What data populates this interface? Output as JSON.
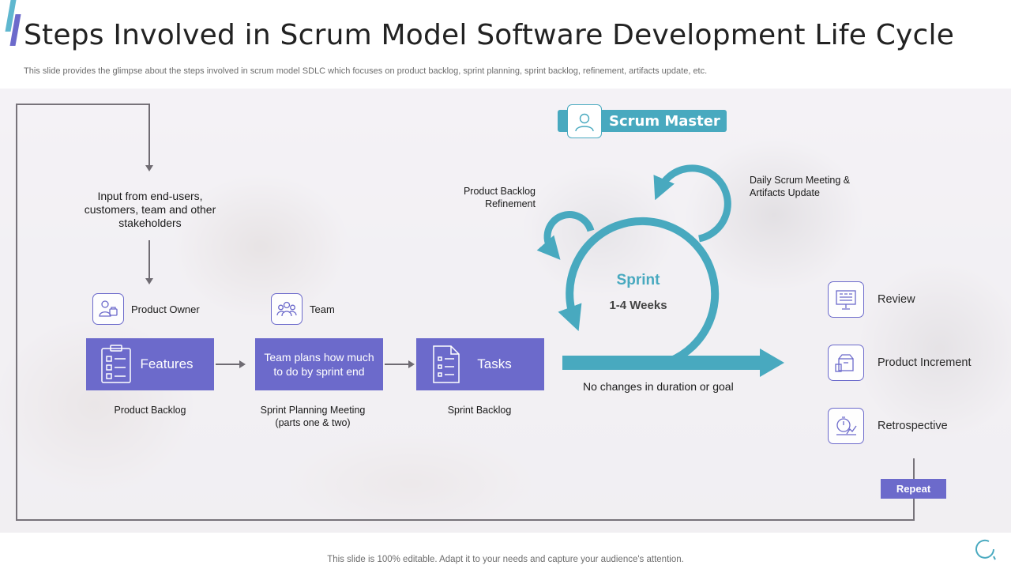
{
  "header": {
    "title": "Steps Involved in Scrum Model Software Development Life Cycle",
    "subtitle": "This slide provides the glimpse about the steps involved in scrum model SDLC which focuses on product backlog, sprint planning, sprint backlog, refinement, artifacts update, etc."
  },
  "input": {
    "text": "Input from end-users, customers, team and other stakeholders"
  },
  "roles": {
    "product_owner": {
      "label": "Product Owner",
      "icon": "product-owner-icon"
    },
    "team": {
      "label": "Team",
      "icon": "team-icon"
    }
  },
  "process": [
    {
      "label": "Features",
      "caption": "Product Backlog",
      "icon": "checklist-icon"
    },
    {
      "label": "Team plans how much to do by sprint end",
      "caption": "Sprint Planning Meeting (parts one & two)"
    },
    {
      "label": "Tasks",
      "caption": "Sprint Backlog",
      "icon": "document-list-icon"
    }
  ],
  "scrum_master": {
    "label": "Scrum Master",
    "icon": "user-icon"
  },
  "sprint": {
    "title": "Sprint",
    "duration": "1-4 Weeks",
    "product_backlog_refinement": "Product Backlog Refinement",
    "daily_meeting": "Daily Scrum Meeting & Artifacts Update",
    "no_changes": "No changes in duration or goal"
  },
  "outputs": [
    {
      "label": "Review",
      "icon": "presentation-icon"
    },
    {
      "label": "Product Increment",
      "icon": "package-icon"
    },
    {
      "label": "Retrospective",
      "icon": "stopwatch-chart-icon"
    }
  ],
  "repeat_label": "Repeat",
  "footer": "This slide is 100% editable. Adapt it to your needs and capture your audience's attention.",
  "colors": {
    "accent_purple": "#6c6acb",
    "accent_teal": "#48a9bf",
    "frame_gray": "#77737a"
  }
}
